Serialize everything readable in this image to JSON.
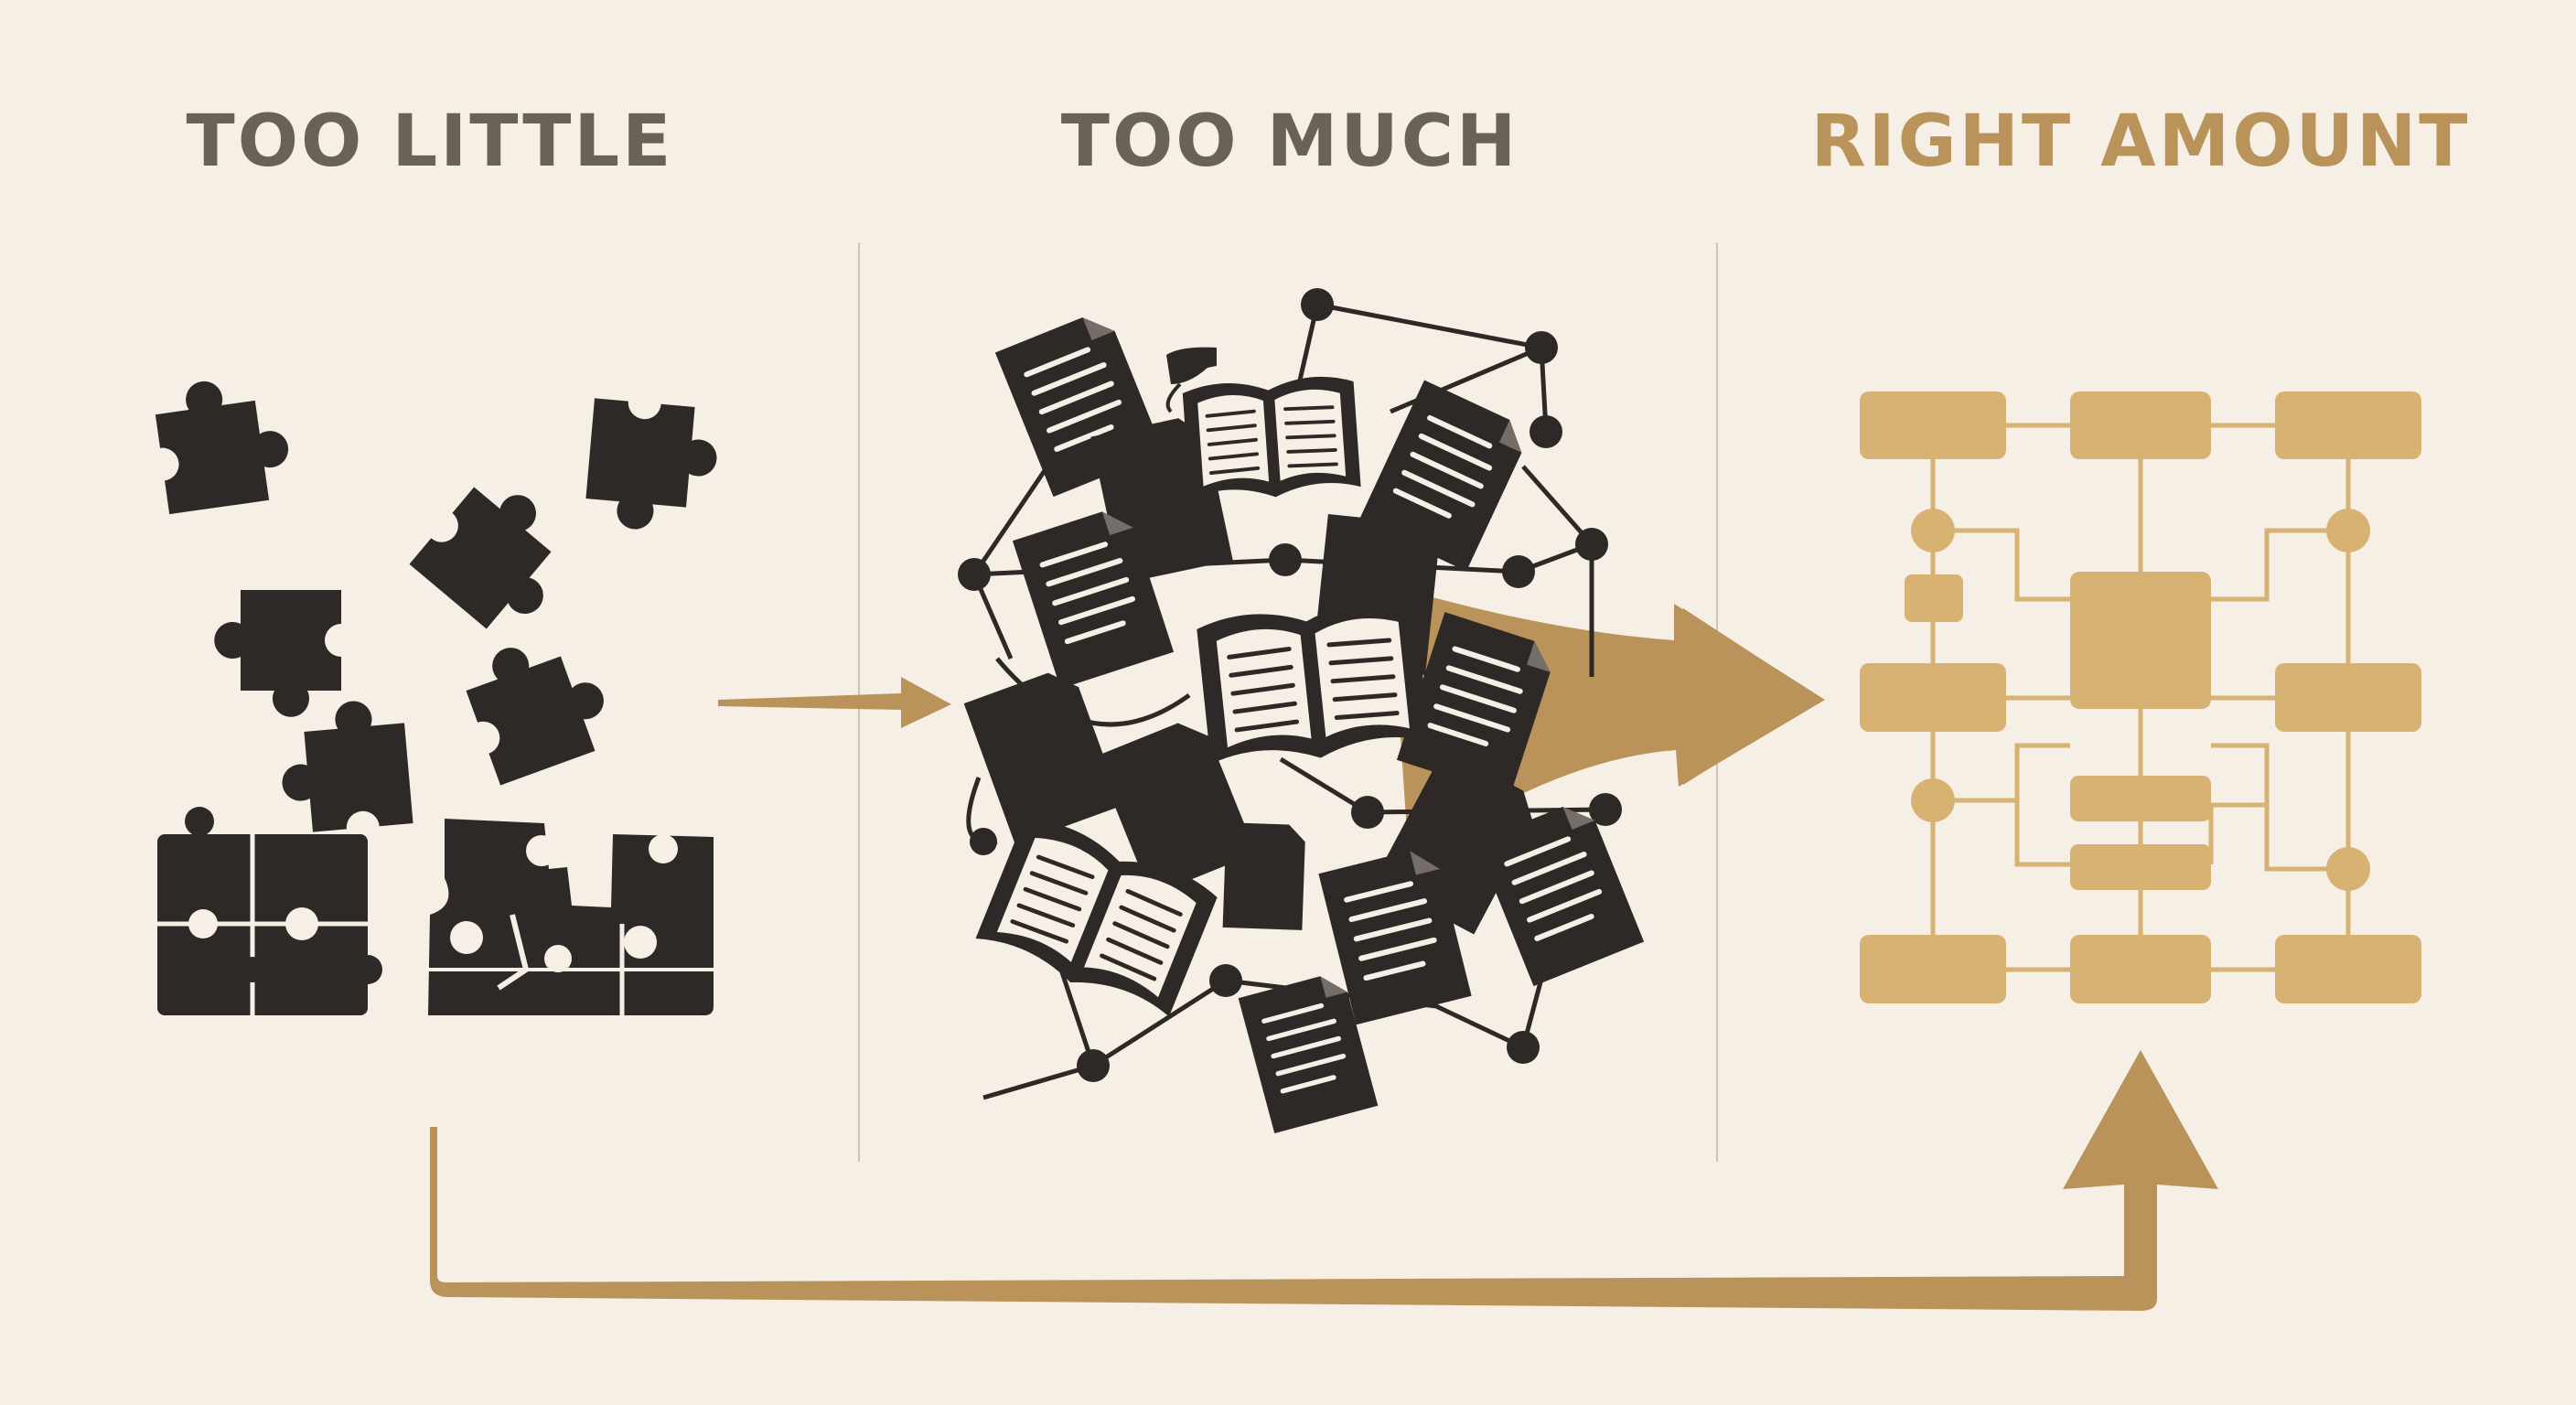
{
  "colors": {
    "background": "#f5efe6",
    "ink": "#2e2926",
    "heading_dark": "#6a6157",
    "accent_gold": "#d8b273",
    "arrow_gold": "#b9935a",
    "divider": "#cfc6b9"
  },
  "columns": [
    {
      "heading": "TOO LITTLE",
      "heading_color": "#6a6157",
      "icon": "puzzle-pieces-icon"
    },
    {
      "heading": "TOO MUCH",
      "heading_color": "#6a6157",
      "icon": "document-network-icon"
    },
    {
      "heading": "RIGHT AMOUNT",
      "heading_color": "#b9935a",
      "icon": "structured-flowchart-icon"
    }
  ]
}
